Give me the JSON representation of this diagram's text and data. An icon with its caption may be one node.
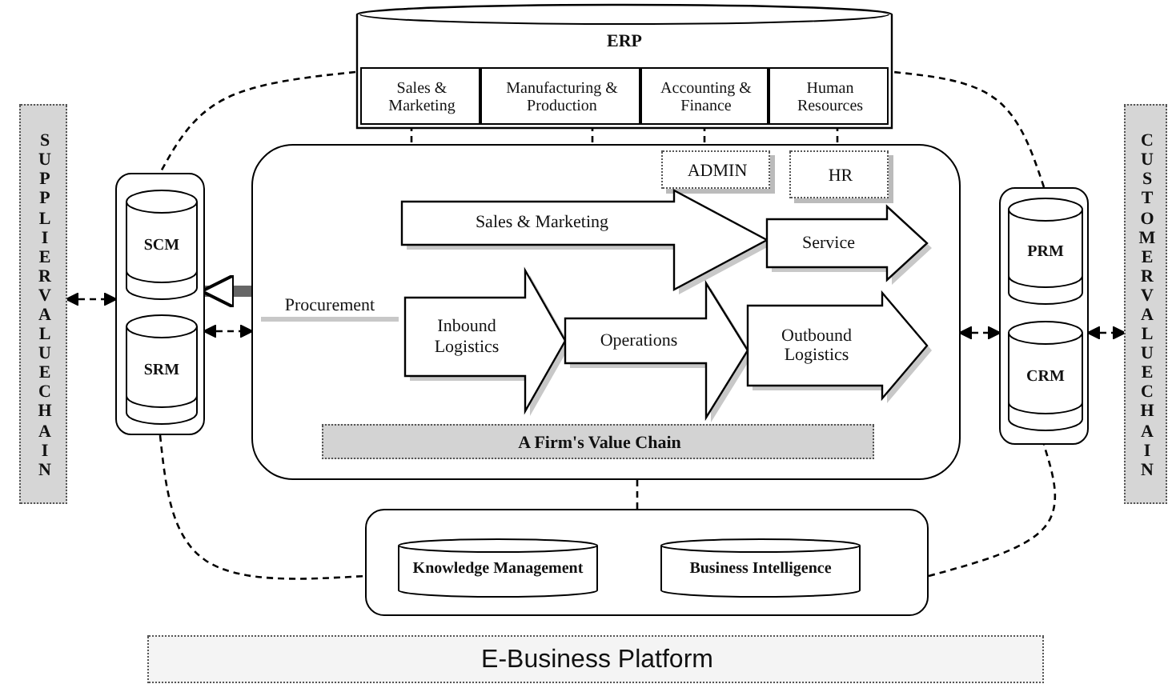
{
  "diagram": {
    "nodes": [
      {
        "text": [
          "ERP"
        ]
      },
      {
        "text": [
          "Sales & Marketing"
        ],
        "in": 0
      },
      {
        "text": [
          "Manufacturing & Production"
        ],
        "in": 0
      },
      {
        "text": [
          "Accounting & Finance"
        ],
        "in": 0
      },
      {
        "text": [
          "Human Resources"
        ],
        "in": 0
      },
      {
        "text": [
          "SUPPLIERVALUECHAIN"
        ]
      },
      {
        "text": [],
        "shape": "box"
      },
      {
        "text": [
          "SCM"
        ],
        "in": 6
      },
      {
        "text": [
          "SRM"
        ],
        "in": 6
      },
      {
        "text": [],
        "shape": "box"
      },
      {
        "text": [
          "ADMIN"
        ],
        "in": 9
      },
      {
        "text": [
          "HR"
        ],
        "in": 9
      },
      {
        "text": [
          "Sales & Marketing"
        ],
        "in": 9
      },
      {
        "text": [
          "Service"
        ],
        "in": 9
      },
      {
        "text": [
          "Procurement"
        ],
        "in": 9
      },
      {
        "text": [
          "Inbound Logistics"
        ],
        "in": 9
      },
      {
        "text": [
          "Operations"
        ],
        "in": 9
      },
      {
        "text": [
          "Outbound Logistics"
        ],
        "in": 9
      },
      {
        "text": [
          "A Firm's Value Chain"
        ],
        "in": 9
      },
      {
        "text": [],
        "shape": "box"
      },
      {
        "text": [
          "PRM"
        ],
        "in": 19
      },
      {
        "text": [
          "CRM"
        ],
        "in": 19
      },
      {
        "text": [
          "CUSTOMERVALUECHAIN"
        ]
      },
      {
        "text": [],
        "shape": "box"
      },
      {
        "text": [
          "Knowledge Management"
        ],
        "in": 23
      },
      {
        "text": [
          "Business Intelligence"
        ],
        "in": 23
      },
      {
        "text": [
          "E-Business Platform"
        ]
      }
    ],
    "edges": [
      {
        "from": 5,
        "to": 6,
        "arrow": "both",
        "style": "dashed"
      },
      {
        "from": 9,
        "to": 6,
        "arrow": "to",
        "style": "thick",
        "color": "#666666"
      },
      {
        "from": 6,
        "to": 9,
        "arrow": "both",
        "style": "dashed"
      },
      {
        "from": 9,
        "to": 19,
        "arrow": "both",
        "style": "dashed"
      },
      {
        "from": 19,
        "to": 22,
        "arrow": "both",
        "style": "dashed"
      },
      {
        "from": 1,
        "to": 12,
        "arrow": "none",
        "style": "dashed"
      },
      {
        "from": 2,
        "to": 12,
        "arrow": "none",
        "style": "dashed"
      },
      {
        "from": 3,
        "to": 10,
        "arrow": "none",
        "style": "dashed"
      },
      {
        "from": 4,
        "to": 11,
        "arrow": "none",
        "style": "dashed"
      },
      {
        "from": 9,
        "to": 23,
        "arrow": "none",
        "style": "dashed"
      },
      {
        "from": 0,
        "to": 6,
        "arrow": "none",
        "style": "dashed"
      },
      {
        "from": 6,
        "to": 23,
        "arrow": "none",
        "style": "dashed"
      },
      {
        "from": 23,
        "to": 19,
        "arrow": "none",
        "style": "dashed"
      },
      {
        "from": 19,
        "to": 0,
        "arrow": "none",
        "style": "dashed"
      }
    ]
  }
}
